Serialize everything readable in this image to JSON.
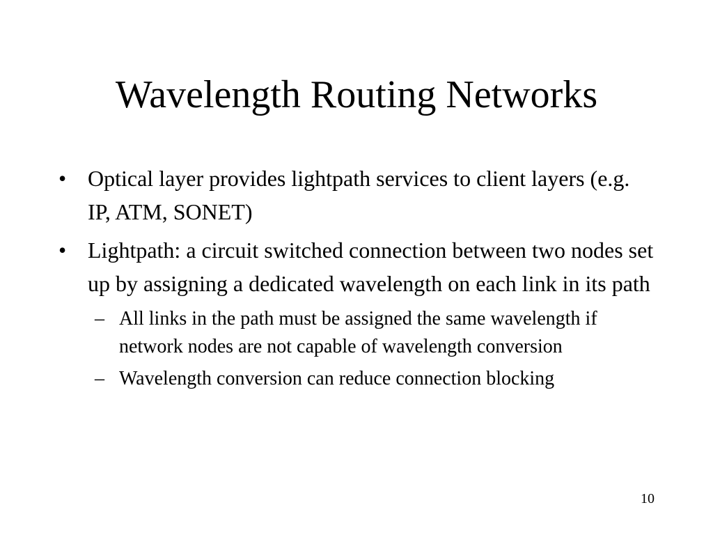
{
  "slide": {
    "title": "Wavelength Routing Networks",
    "bullets": [
      {
        "marker": "•",
        "text": "Optical layer provides lightpath services to client layers (e.g. IP, ATM, SONET)"
      },
      {
        "marker": "•",
        "text": "Lightpath: a circuit switched connection between two nodes set up by assigning a dedicated wavelength on each link in its path",
        "sub_bullets": [
          {
            "marker": "–",
            "text": "All links in the path must be assigned the same wavelength if network nodes are not capable of wavelength conversion"
          },
          {
            "marker": "–",
            "text": "Wavelength conversion can reduce connection blocking"
          }
        ]
      }
    ],
    "page_number": "10"
  }
}
